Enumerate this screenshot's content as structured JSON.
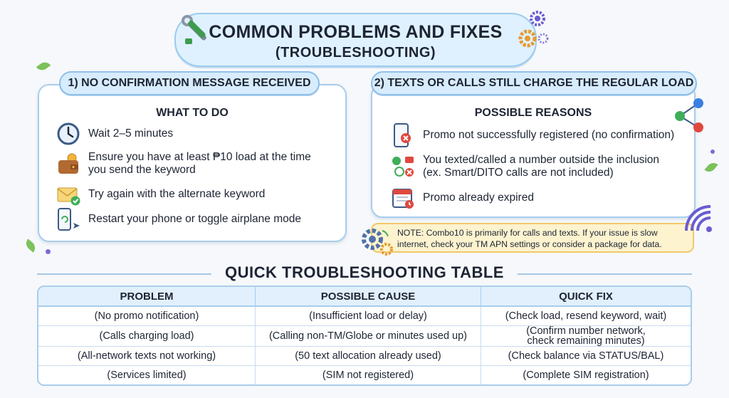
{
  "title": {
    "main": "COMMON PROBLEMS AND FIXES",
    "sub": "(TROUBLESHOOTING)"
  },
  "section1": {
    "pill": "1) NO CONFIRMATION MESSAGE RECEIVED",
    "heading": "WHAT TO DO",
    "items": [
      {
        "icon": "clock-icon",
        "line1": "Wait 2–5 minutes",
        "line2": ""
      },
      {
        "icon": "wallet-icon",
        "line1": "Ensure you have at least ₱10 load at the time",
        "line2": "you send the keyword"
      },
      {
        "icon": "envelope-check-icon",
        "line1": "Try again with the alternate keyword",
        "line2": ""
      },
      {
        "icon": "phone-restart-icon",
        "line1": "Restart your phone or toggle airplane mode",
        "line2": ""
      }
    ]
  },
  "section2": {
    "pill": "2) TEXTS OR CALLS STILL CHARGE THE REGULAR LOAD",
    "heading": "POSSIBLE REASONS",
    "items": [
      {
        "icon": "phone-error-icon",
        "line1": "Promo not successfully registered (no confirmation)",
        "line2": ""
      },
      {
        "icon": "network-error-icon",
        "line1": "You texted/called a number outside the inclusion",
        "line2": "(ex. Smart/DITO calls are not included)"
      },
      {
        "icon": "calendar-expired-icon",
        "line1": "Promo already expired",
        "line2": ""
      }
    ]
  },
  "note": {
    "line1": "NOTE: Combo10 is primarily for calls and texts. If your issue is slow",
    "line2": "internet, check your TM APN settings or consider a package for data."
  },
  "table": {
    "title": "QUICK TROUBLESHOOTING TABLE",
    "headers": [
      "PROBLEM",
      "POSSIBLE CAUSE",
      "QUICK FIX"
    ],
    "rows": [
      [
        "(No promo notification)",
        "(Insufficient load or delay)",
        "(Check load, resend keyword, wait)"
      ],
      [
        "(Calls charging load)",
        "(Calling non-TM/Globe or minutes used up)",
        "(Confirm number network,\ncheck remaining minutes)"
      ],
      [
        "(All-network texts not working)",
        "(50 text allocation already used)",
        "(Check balance via STATUS/BAL)"
      ],
      [
        "(Services limited)",
        "(SIM not registered)",
        "(Complete SIM registration)"
      ]
    ]
  },
  "colors": {
    "accent_blue": "#a9cdec",
    "pill_fill": "#d7ecfd",
    "note_fill": "#fdf3cf",
    "error_red": "#e0483e"
  }
}
